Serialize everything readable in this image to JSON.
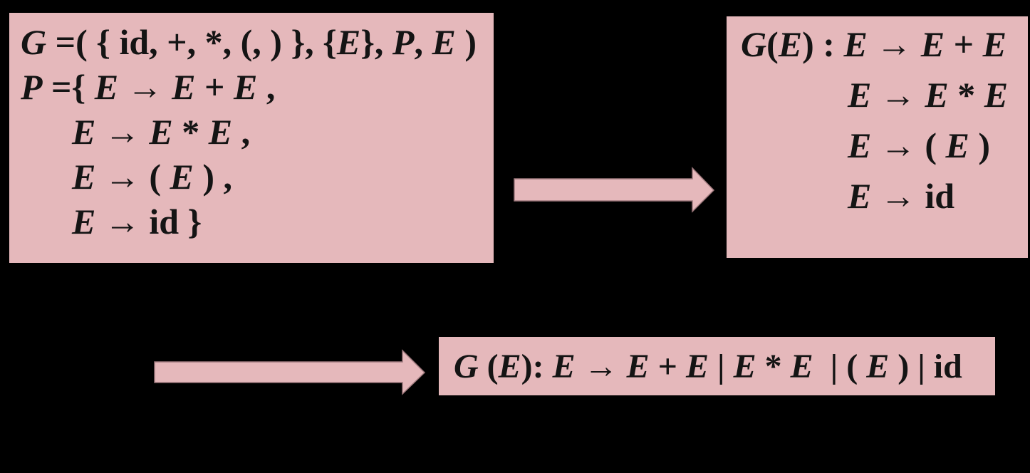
{
  "palette": {
    "background": "#000000",
    "box_fill": "#e5b8bb",
    "arrow_fill": "#e5b8bb",
    "arrow_edge": "#9d787c",
    "text_color": "#141414"
  },
  "tuple_box": {
    "lines": [
      {
        "text": "G =( { id, +, *, (, ) }, {E}, P, E )",
        "segments": [
          {
            "t": "G",
            "i": true
          },
          {
            "t": " =( { id, +, *, (, ) }, {",
            "i": false
          },
          {
            "t": "E",
            "i": true
          },
          {
            "t": "}, ",
            "i": false
          },
          {
            "t": "P",
            "i": true
          },
          {
            "t": ", ",
            "i": false
          },
          {
            "t": "E",
            "i": true
          },
          {
            "t": " )",
            "i": false
          }
        ]
      },
      {
        "text": "P ={ E → E + E ,",
        "segments": [
          {
            "t": "P",
            "i": true
          },
          {
            "t": " ={ ",
            "i": false
          },
          {
            "t": "E",
            "i": true
          },
          {
            "t": " → ",
            "i": false
          },
          {
            "t": "E",
            "i": true
          },
          {
            "t": " + ",
            "i": false
          },
          {
            "t": "E",
            "i": true
          },
          {
            "t": " ,",
            "i": false
          }
        ]
      },
      {
        "text": "E → E * E ,",
        "segments": [
          {
            "t": "E",
            "i": true
          },
          {
            "t": " → ",
            "i": false
          },
          {
            "t": "E",
            "i": true
          },
          {
            "t": " * ",
            "i": false
          },
          {
            "t": "E",
            "i": true
          },
          {
            "t": " ,",
            "i": false
          }
        ]
      },
      {
        "text": "E → ( E ) ,",
        "segments": [
          {
            "t": "E",
            "i": true
          },
          {
            "t": " → ( ",
            "i": false
          },
          {
            "t": "E",
            "i": true
          },
          {
            "t": " ) ,",
            "i": false
          }
        ]
      },
      {
        "text": "E → id }",
        "segments": [
          {
            "t": "E",
            "i": true
          },
          {
            "t": " → id }",
            "i": false
          }
        ]
      }
    ]
  },
  "rules_box": {
    "lines": [
      {
        "text": "G(E) : E → E + E",
        "segments": [
          {
            "t": "G",
            "i": true
          },
          {
            "t": "(",
            "i": false
          },
          {
            "t": "E",
            "i": true
          },
          {
            "t": ") : ",
            "i": false
          },
          {
            "t": "E",
            "i": true
          },
          {
            "t": " → ",
            "i": false
          },
          {
            "t": "E",
            "i": true
          },
          {
            "t": " + ",
            "i": false
          },
          {
            "t": "E",
            "i": true
          }
        ]
      },
      {
        "text": "E → E * E",
        "segments": [
          {
            "t": "E",
            "i": true
          },
          {
            "t": " → ",
            "i": false
          },
          {
            "t": "E",
            "i": true
          },
          {
            "t": " * ",
            "i": false
          },
          {
            "t": "E",
            "i": true
          }
        ]
      },
      {
        "text": "E → ( E )",
        "segments": [
          {
            "t": "E",
            "i": true
          },
          {
            "t": " → ( ",
            "i": false
          },
          {
            "t": "E",
            "i": true
          },
          {
            "t": " )",
            "i": false
          }
        ]
      },
      {
        "text": "E → id",
        "segments": [
          {
            "t": "E",
            "i": true
          },
          {
            "t": " → id",
            "i": false
          }
        ]
      }
    ]
  },
  "compact_box": {
    "text": "G (E): E → E + E | E * E  | ( E ) | id",
    "segments": [
      {
        "t": "G",
        "i": true
      },
      {
        "t": " (",
        "i": false
      },
      {
        "t": "E",
        "i": true
      },
      {
        "t": "): ",
        "i": false
      },
      {
        "t": "E",
        "i": true
      },
      {
        "t": " → ",
        "i": false
      },
      {
        "t": "E",
        "i": true
      },
      {
        "t": " + ",
        "i": false
      },
      {
        "t": "E",
        "i": true
      },
      {
        "t": " | ",
        "i": false
      },
      {
        "t": "E",
        "i": true
      },
      {
        "t": " * ",
        "i": false
      },
      {
        "t": "E",
        "i": true
      },
      {
        "t": "  | ( ",
        "i": false
      },
      {
        "t": "E",
        "i": true
      },
      {
        "t": " ) | id",
        "i": false
      }
    ]
  }
}
